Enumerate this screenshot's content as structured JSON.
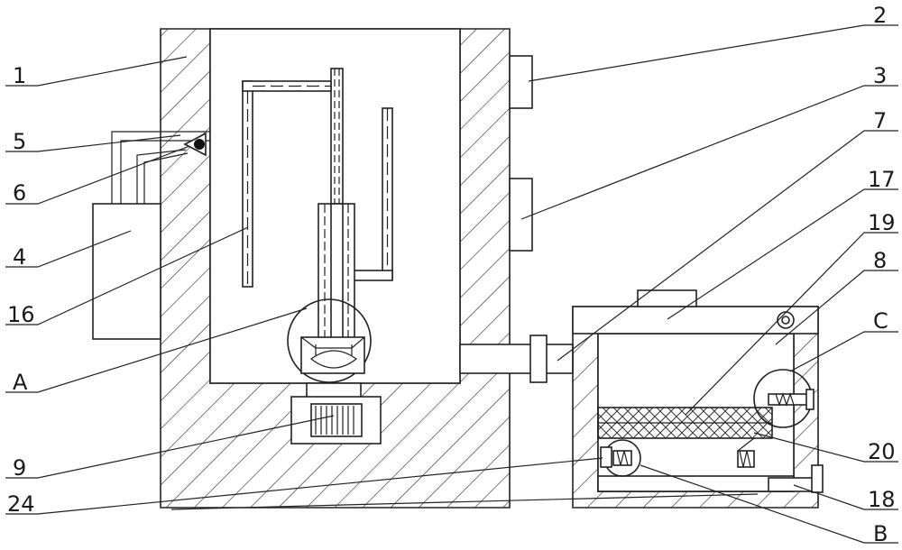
{
  "labels": {
    "l1": "1",
    "l2": "2",
    "l3": "3",
    "l4": "4",
    "l5": "5",
    "l6": "6",
    "l7": "7",
    "l8": "8",
    "l9": "9",
    "l16": "16",
    "l17": "17",
    "l18": "18",
    "l19": "19",
    "l20": "20",
    "l24": "24",
    "lA": "A",
    "lB": "B",
    "lC": "C"
  }
}
